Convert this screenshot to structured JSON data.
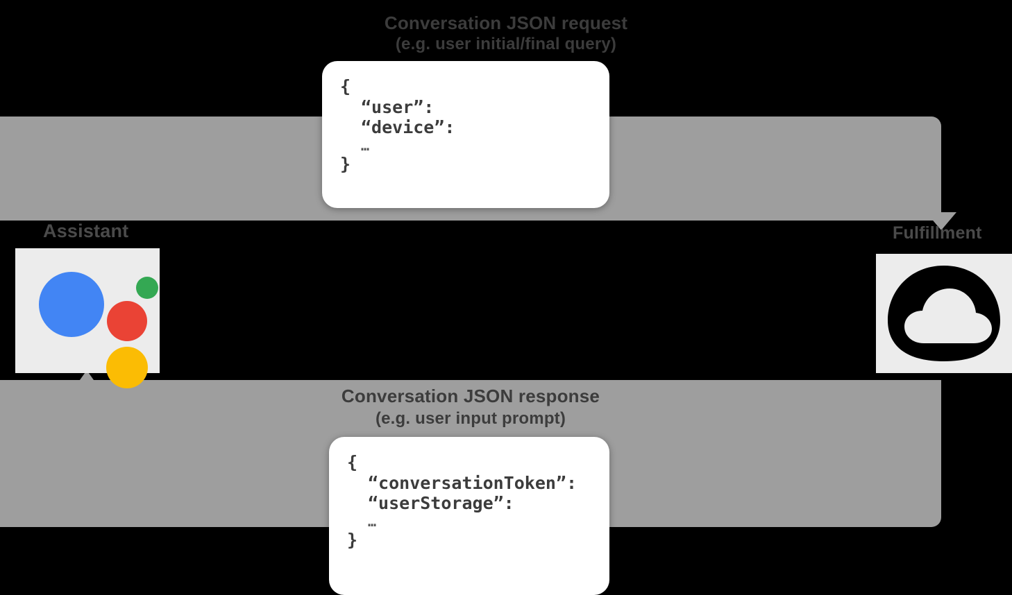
{
  "diagram": {
    "type": "sequence-flow",
    "title_top": "Conversation JSON request",
    "subtitle_top": "(e.g. user initial/final query)",
    "title_bottom": "Conversation JSON response",
    "subtitle_bottom": "(e.g. user input prompt)",
    "colors": {
      "band": "#9e9e9e",
      "tile_bg": "#ececec",
      "text": "#3c3c3c",
      "assistant_blue": "#4285f4",
      "assistant_red": "#ea4335",
      "assistant_yellow": "#fbbc04",
      "assistant_green": "#34a853",
      "cloud": "#000000",
      "card_bg": "#ffffff",
      "background": "#000000"
    }
  },
  "nodes": {
    "assistant": {
      "label": "Assistant",
      "icon": "google-assistant-dots-icon"
    },
    "fulfillment": {
      "label": "Fulfillment",
      "icon": "cloud-icon"
    }
  },
  "flows": {
    "request": {
      "direction": "assistant-to-fulfillment",
      "arrowhead": "down"
    },
    "response": {
      "direction": "fulfillment-to-assistant",
      "arrowhead": "up"
    }
  },
  "json_request": {
    "open_brace": "{",
    "lines": [
      "“user”:",
      "“device”:"
    ],
    "ellipsis": "…",
    "close_brace": "}"
  },
  "json_response": {
    "open_brace": "{",
    "lines": [
      "“conversationToken”:",
      "“userStorage”:"
    ],
    "ellipsis": "…",
    "close_brace": "}"
  }
}
